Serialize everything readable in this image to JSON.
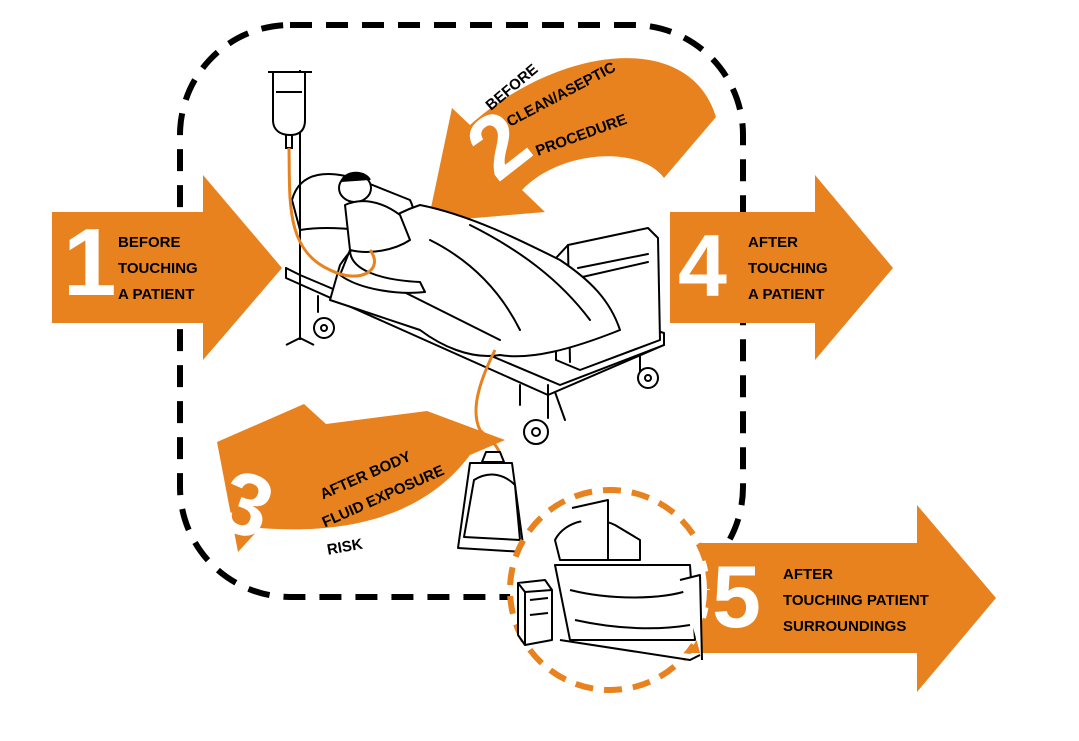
{
  "colors": {
    "accent": "#E8821E",
    "line": "#000000",
    "background": "#ffffff"
  },
  "moments": [
    {
      "number": "1",
      "lines": [
        "BEFORE",
        "TOUCHING",
        "A PATIENT"
      ]
    },
    {
      "number": "2",
      "lines": [
        "BEFORE",
        "CLEAN/ASEPTIC",
        "PROCEDURE"
      ]
    },
    {
      "number": "3",
      "lines": [
        "AFTER BODY",
        "FLUID EXPOSURE",
        "RISK"
      ]
    },
    {
      "number": "4",
      "lines": [
        "AFTER",
        "TOUCHING",
        "A PATIENT"
      ]
    },
    {
      "number": "5",
      "lines": [
        "AFTER",
        "TOUCHING PATIENT",
        "SURROUNDINGS"
      ]
    }
  ],
  "icons": [
    "iv-drip-icon",
    "hospital-bed-icon",
    "patient-icon",
    "drainage-bag-icon",
    "bedside-cabinet-icon",
    "patient-zone-boundary"
  ]
}
